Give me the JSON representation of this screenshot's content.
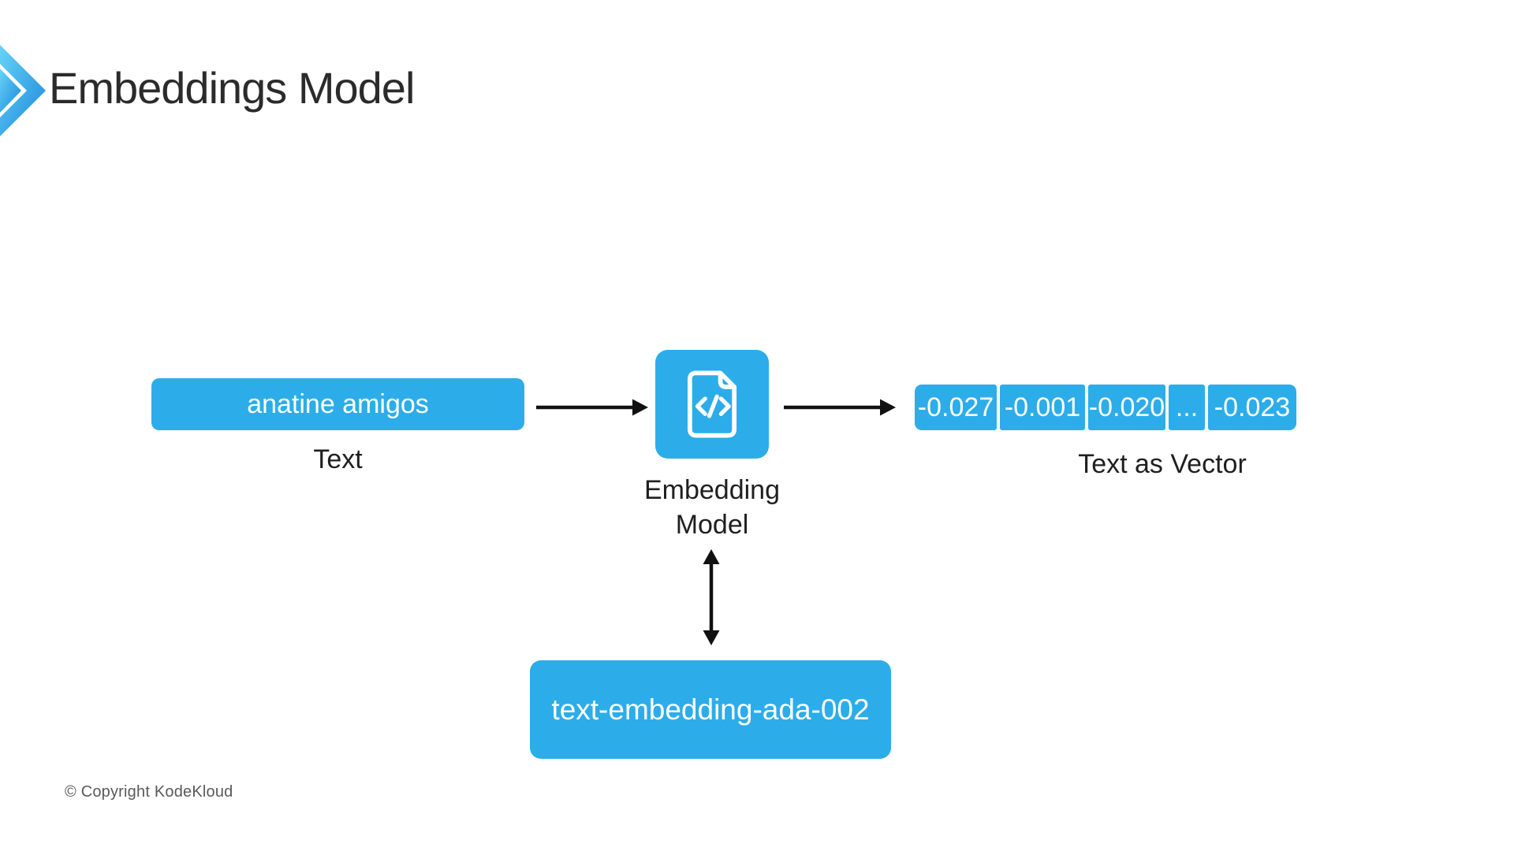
{
  "header": {
    "title": "Embeddings Model",
    "logo_icon": "chevron-logo"
  },
  "flow": {
    "input": {
      "value": "anatine amigos",
      "caption": "Text"
    },
    "model": {
      "icon": "code-file-icon",
      "caption_line1": "Embedding",
      "caption_line2": "Model"
    },
    "output": {
      "cells": [
        "-0.027",
        "-0.001",
        "-0.020",
        "...",
        "-0.023"
      ],
      "caption": "Text as Vector"
    },
    "model_name": {
      "value": "text-embedding-ada-002"
    }
  },
  "footer": {
    "copyright": "© Copyright KodeKloud"
  },
  "colors": {
    "accent_blue": "#2cade9",
    "chevron_gradient_start": "#66d3f7",
    "chevron_gradient_end": "#1b87db",
    "arrow_black": "#111111",
    "text_dark": "#262626",
    "text_muted": "#595959",
    "box_text_white": "#ffffff"
  }
}
